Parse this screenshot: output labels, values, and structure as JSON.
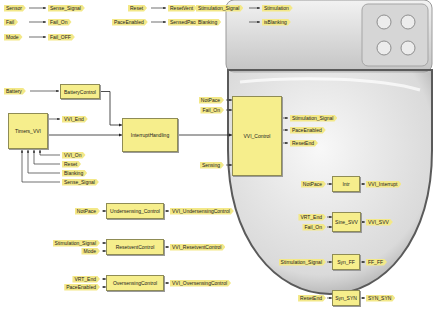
{
  "diagram": {
    "nodes": [
      {
        "text": [
          "BatteryControl"
        ]
      },
      {
        "text": [
          "Timers_VVI"
        ]
      },
      {
        "text": [
          "InterruptHandling"
        ]
      },
      {
        "text": [
          "VVI_Control"
        ]
      },
      {
        "text": [
          "Undersensing_Control"
        ]
      },
      {
        "text": [
          "ResetventControl"
        ]
      },
      {
        "text": [
          "OversensingControl"
        ]
      },
      {
        "text": [
          "Intr"
        ]
      },
      {
        "text": [
          "Sine_SVV"
        ]
      },
      {
        "text": [
          "Syn_FF"
        ]
      },
      {
        "text": [
          "Syn_SYN"
        ]
      }
    ],
    "edges": [
      {
        "from": 0,
        "to": 2,
        "arrow": "to"
      },
      {
        "from": 1,
        "to": 2,
        "arrow": "to"
      },
      {
        "from": 2,
        "to": 3,
        "arrow": "to"
      }
    ],
    "labels": [
      "Sensor",
      "Sense_Signal",
      "Reset",
      "ResetVent",
      "Stimulation_Signal",
      "Stimulation",
      "Fail",
      "Fail_On",
      "PaceEnabled",
      "SensedPace",
      "Blanking",
      "isBlanking",
      "Mode",
      "Fail_OFF",
      "Battery",
      "VVI_End",
      "VVI_On",
      "Reset",
      "Blanking",
      "Sense_Signal",
      "NotPace",
      "Fail_On",
      "Sensing",
      "Stimulation_Signal",
      "PaceEnabled",
      "ResetEnd",
      "NotPace",
      "VVI_UndersensingControl",
      "Stimulation_Signal",
      "Mode",
      "VVI_ResetventControl",
      "VRT_End",
      "PaceEnabled",
      "VVI_OversensingControl",
      "NotPace",
      "VVI_Interrupt",
      "VRT_End",
      "Fail_On",
      "VVI_SVV",
      "Stimulation_Signal",
      "FF_FF",
      "ResetEnd",
      "SYN_SYN"
    ]
  }
}
